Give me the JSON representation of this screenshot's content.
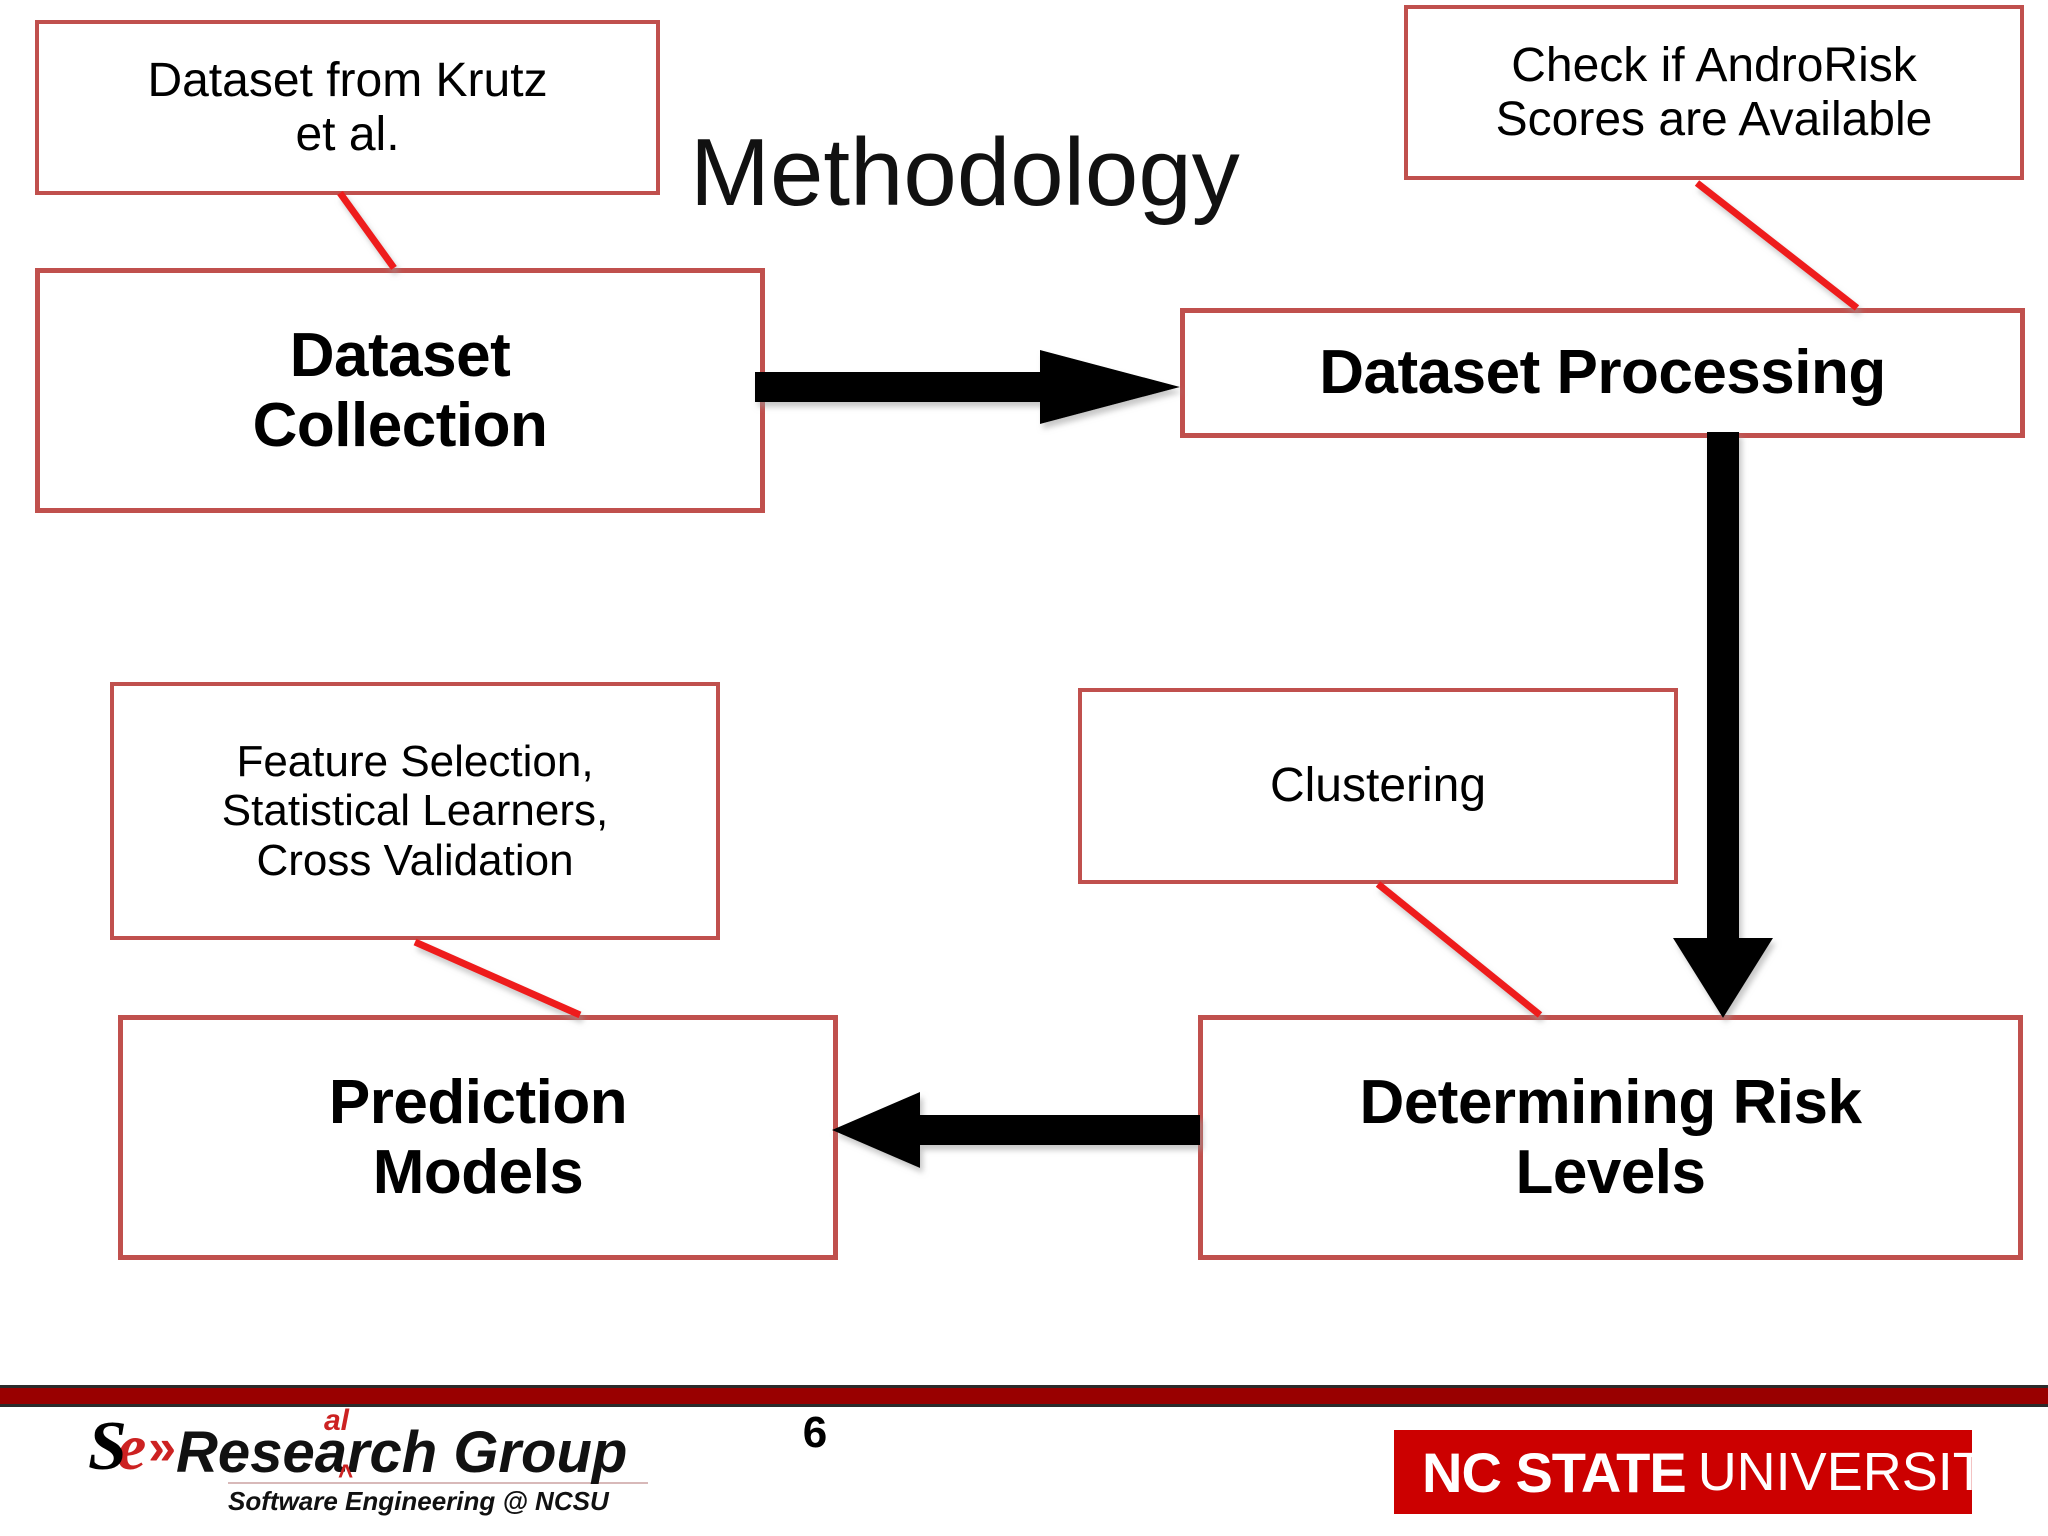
{
  "slide": {
    "title": "Methodology",
    "page_number": "6",
    "accent_color": "#c0504d",
    "connector_color": "#ee1c1c",
    "footer_bar_color": "#990000",
    "ncstate_red": "#cc0000"
  },
  "flow": {
    "steps": [
      {
        "id": "dataset-collection",
        "label": "Dataset\nCollection",
        "line1": "Dataset",
        "line2": "Collection"
      },
      {
        "id": "dataset-processing",
        "label": "Dataset Processing",
        "line1": "Dataset Processing",
        "line2": ""
      },
      {
        "id": "determining-risk-levels",
        "label": "Determining Risk Levels",
        "line1": "Determining Risk",
        "line2": "Levels"
      },
      {
        "id": "prediction-models",
        "label": "Prediction Models",
        "line1": "Prediction",
        "line2": "Models"
      }
    ],
    "notes": [
      {
        "id": "note-dataset-source",
        "text": "Dataset from Krutz et al.",
        "line1": "Dataset from Krutz",
        "line2": "et al.",
        "line3": ""
      },
      {
        "id": "note-androrisk",
        "text": "Check if AndroRisk Scores are Available",
        "line1": "Check if AndroRisk",
        "line2": "Scores are Available",
        "line3": ""
      },
      {
        "id": "note-clustering",
        "text": "Clustering",
        "line1": "Clustering",
        "line2": "",
        "line3": ""
      },
      {
        "id": "note-modeling",
        "text": "Feature Selection, Statistical Learners, Cross Validation",
        "line1": "Feature Selection,",
        "line2": "Statistical Learners,",
        "line3": "Cross Validation"
      }
    ],
    "arrows": [
      {
        "id": "arrow-collection-to-processing",
        "direction": "right"
      },
      {
        "id": "arrow-processing-to-risk",
        "direction": "down"
      },
      {
        "id": "arrow-risk-to-prediction",
        "direction": "left"
      }
    ]
  },
  "footer": {
    "realsearch": {
      "mark_s": "S",
      "mark_e": "e",
      "chevrons": "»",
      "word_prefix": "Re",
      "superscript": "al",
      "caret": "˄",
      "word_suffix": "search Group",
      "tagline": "Software Engineering @ NCSU"
    },
    "ncstate": {
      "bold": "NC STATE",
      "light": "UNIVERSITY"
    }
  }
}
